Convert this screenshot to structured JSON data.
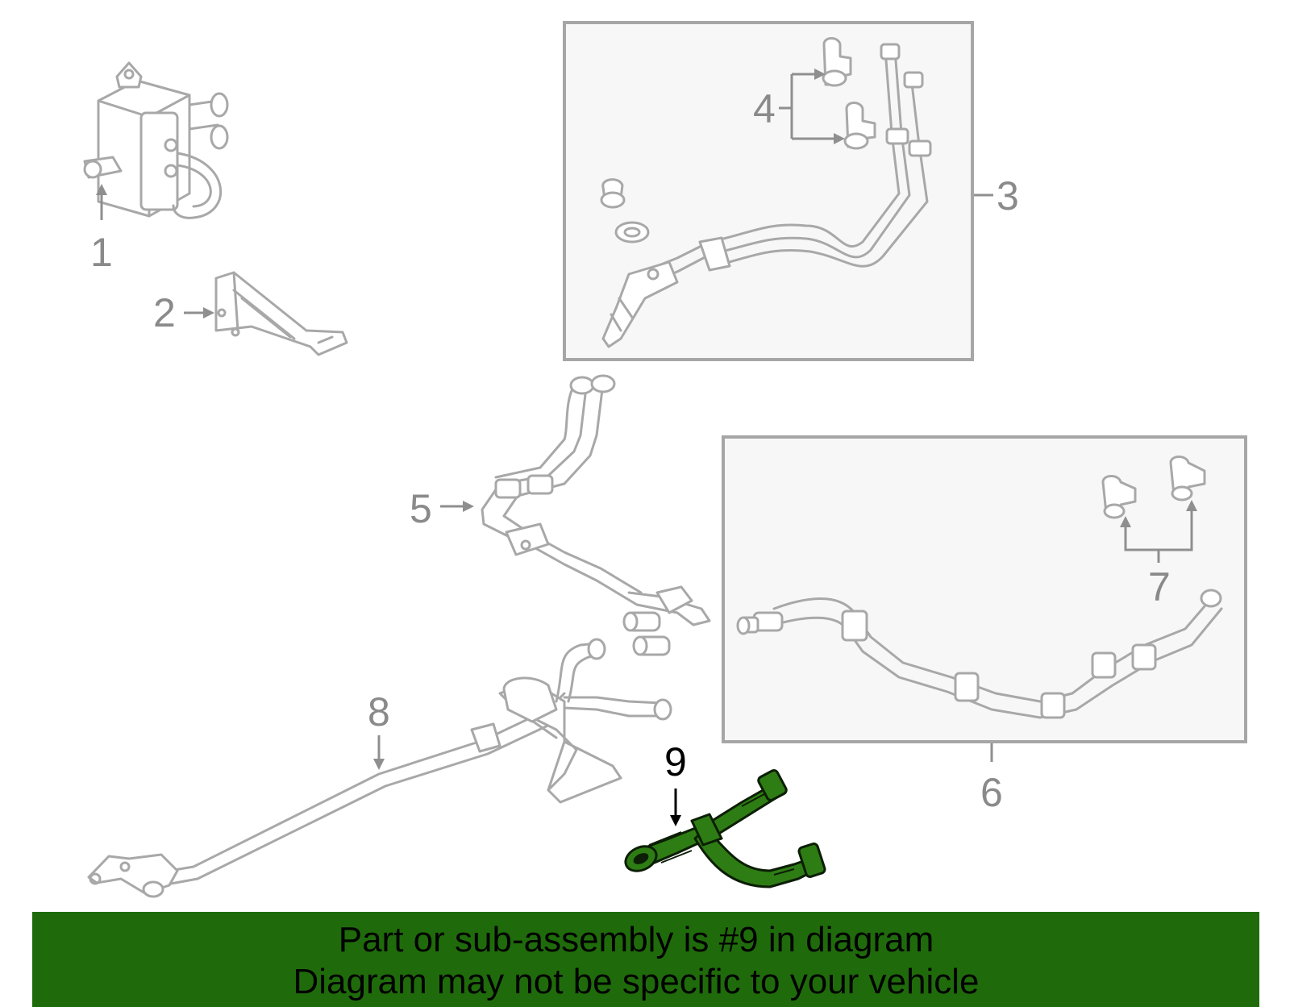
{
  "callouts": {
    "c1": "1",
    "c2": "2",
    "c3": "3",
    "c4": "4",
    "c5": "5",
    "c6": "6",
    "c7": "7",
    "c8": "8",
    "c9": "9"
  },
  "banner": {
    "line1": "Part or sub-assembly is #9 in diagram",
    "line2": "Diagram may not be specific to your vehicle"
  },
  "colors": {
    "highlight_part": "#2e7d14",
    "banner_background": "#1f6b0b",
    "line_art": "#a8a8a8"
  }
}
